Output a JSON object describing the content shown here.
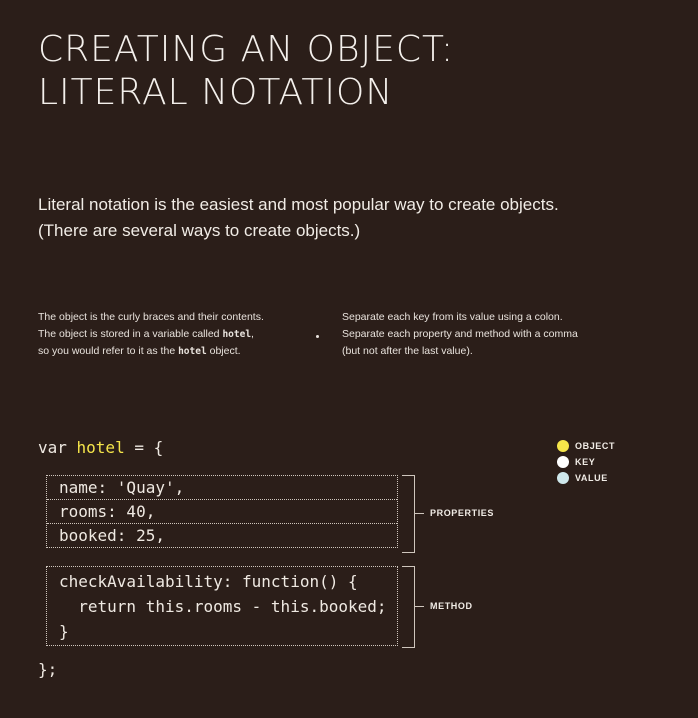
{
  "title": [
    "CREATING AN OBJECT:",
    "LITERAL NOTATION"
  ],
  "intro": [
    "Literal notation is the easiest and most popular way to create objects.",
    "(There are several ways to create objects.)"
  ],
  "note_left": {
    "line1": "The object is the curly braces and their contents.",
    "line2_prefix": "The object is stored in a variable called ",
    "line2_code": "hotel",
    "line2_suffix": ",",
    "line3_prefix": "so you would refer to it as the ",
    "line3_code": "hotel",
    "line3_suffix": " object."
  },
  "note_right": [
    "Separate each key from its value using a colon.",
    "Separate each property and method with a comma",
    "(but not after the last value)."
  ],
  "code": {
    "var_keyword": "var ",
    "var_name": "hotel",
    "var_rest": " = {",
    "properties": [
      "name: 'Quay',",
      "rooms: 40,",
      "booked: 25,"
    ],
    "method_lines": [
      "checkAvailability: function() {",
      "  return this.rooms - this.booked;",
      "}"
    ],
    "closing": "};"
  },
  "annotations": {
    "properties": "PROPERTIES",
    "method": "METHOD"
  },
  "legend": [
    {
      "label": "OBJECT",
      "color": "#f5e54a"
    },
    {
      "label": "KEY",
      "color": "#ffffff"
    },
    {
      "label": "VALUE",
      "color": "#cfe8ec"
    }
  ]
}
